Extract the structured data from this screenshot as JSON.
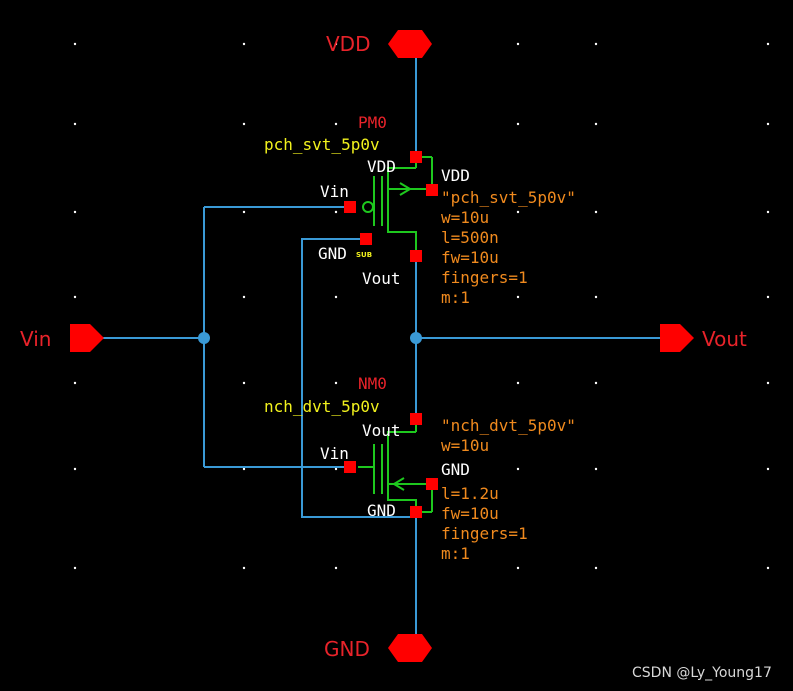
{
  "pins": {
    "vdd": "VDD",
    "gnd": "GND",
    "vin": "Vin",
    "vout": "Vout"
  },
  "pmos": {
    "instance": "PM0",
    "cell": "pch_svt_5p0v",
    "term_source": "VDD",
    "term_gate": "Vin",
    "term_bulk": "GND",
    "term_drain": "Vout",
    "term_right": "VDD",
    "sub_tag": "SUB",
    "props": [
      "\"pch_svt_5p0v\"",
      "w=10u",
      "l=500n",
      "fw=10u",
      "fingers=1",
      "m:1"
    ]
  },
  "nmos": {
    "instance": "NM0",
    "cell": "nch_dvt_5p0v",
    "term_drain": "Vout",
    "term_gate": "Vin",
    "term_source": "GND",
    "term_right": "GND",
    "props": [
      "\"nch_dvt_5p0v\"",
      "w=10u",
      "l=1.2u",
      "fw=10u",
      "fingers=1",
      "m:1"
    ]
  },
  "watermark": "CSDN @Ly_Young17",
  "colors": {
    "background": "#000000",
    "wire": "#3a9ad6",
    "device": "#1ec81e",
    "pin": "#e8232a",
    "cell_name": "#f2f21d",
    "property": "#f08a1e"
  }
}
